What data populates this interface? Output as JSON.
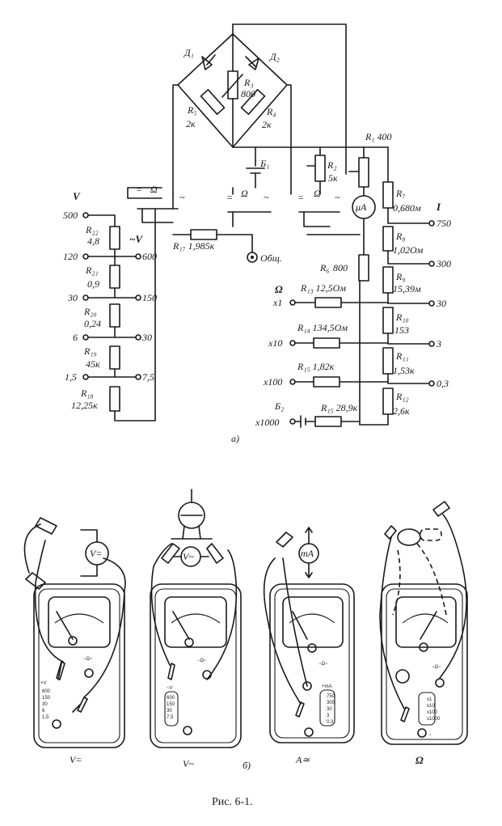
{
  "labels": {
    "D1": "Д₁",
    "D2": "Д₂",
    "R3": "R₃",
    "R3v": "800",
    "R5": "R₅",
    "R5v": "2к",
    "R4": "R₄",
    "R4v": "2к",
    "B1": "Б₁",
    "R1": "R₁ 400",
    "R2": "R₂",
    "R2v": "5к",
    "R7": "R₇",
    "R7v": "0,680м",
    "R8": "R₈",
    "R8v": "1,02Ом",
    "R9": "R₉",
    "R9v": "15,39м",
    "R10": "R₁₀",
    "R10v": "153",
    "R11": "R₁₁",
    "R11v": "1,53к",
    "R12": "R₁₂",
    "R12v": "2,6к",
    "R6": "R₆",
    "R6v": "800",
    "R13": "R₁₃ 12,5Ом",
    "R14": "R₁₄ 134,5Ом",
    "R15a": "R₁₅ 1,82к",
    "R15b": "R₁₅ 28,9к",
    "B2": "Б₂",
    "R17": "R₁₇ 1,985к",
    "common": "Общ.",
    "uA": "μA",
    "Vdc": "V",
    "Vac": "~V",
    "I": "I",
    "Omega": "Ω",
    "R22": "R₂₂",
    "R22v": "4,8",
    "R21": "R₂₁",
    "R21v": "0,9",
    "R20": "R₂₀",
    "R20v": "0,24",
    "R19": "R₁₉",
    "R19v": "45к",
    "R18": "R₁₈",
    "R18v": "12,25к",
    "sw_eq": "=",
    "sw_ohm": "Ω",
    "sw_ac": "~",
    "part_a": "а)",
    "part_b": "б)",
    "caption": "Рис. 6-1."
  },
  "dc_v_ranges": [
    "500",
    "120",
    "30",
    "6",
    "1,5"
  ],
  "ac_v_ranges": [
    "600",
    "150",
    "30",
    "7,5"
  ],
  "current_ranges": [
    "750",
    "300",
    "30",
    "3",
    "0,3"
  ],
  "ohm_ranges": [
    "x1",
    "x10",
    "x100",
    "x1000"
  ],
  "meters": [
    {
      "mode": "V=",
      "probe": "V=",
      "scale": [
        "600",
        "150",
        "30",
        "6",
        "1,5"
      ],
      "hdr": "+V"
    },
    {
      "mode": "V~",
      "probe": "V~",
      "scale": [
        "600",
        "150",
        "30",
        "7,5"
      ],
      "hdr": "~V"
    },
    {
      "mode": "A≃",
      "probe": "mA",
      "scale": [
        "750",
        "300",
        "30",
        "3",
        "0,3"
      ],
      "hdr": "+mA"
    },
    {
      "mode": "Ω",
      "probe": "",
      "scale": [
        "x1",
        "x10",
        "x100",
        "x1000"
      ],
      "hdr": ""
    }
  ],
  "meter_terminal": "−Ω~",
  "meter_minus": "−"
}
